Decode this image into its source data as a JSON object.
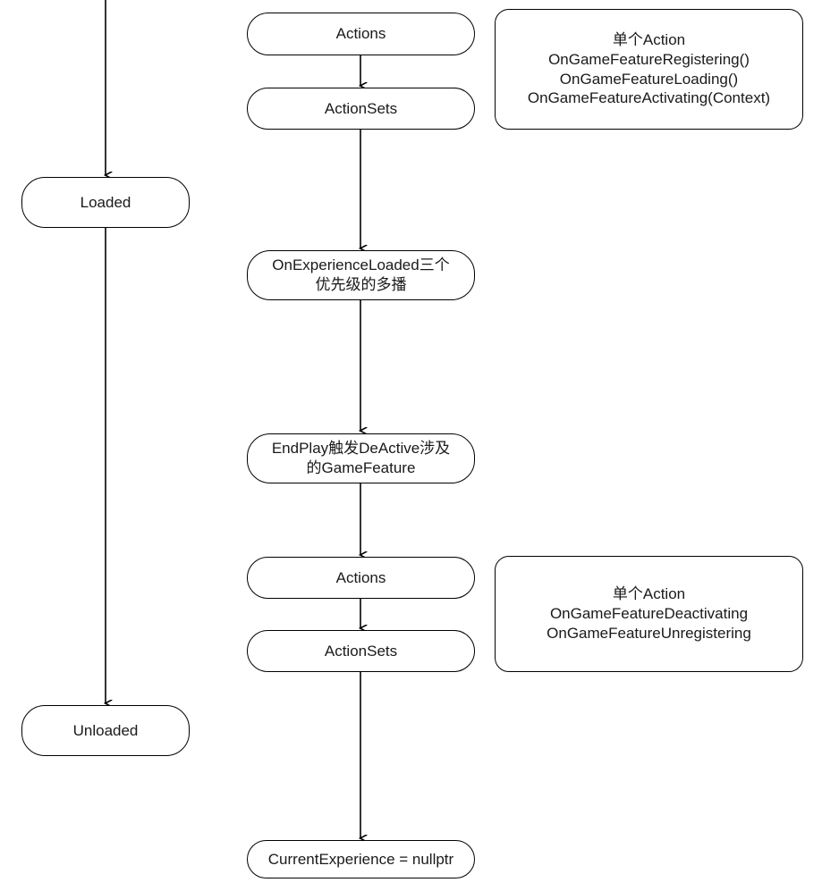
{
  "diagram": {
    "title": "GameFeature / Experience lifecycle flow",
    "background_color": "#ffffff",
    "line_color": "#000000",
    "text_color": "#1a1a1a"
  },
  "left_column": {
    "nodes": [
      {
        "id": "loaded",
        "label": "Loaded"
      },
      {
        "id": "unloaded",
        "label": "Unloaded"
      }
    ]
  },
  "middle_column": {
    "nodes": [
      {
        "id": "actions-top",
        "label": "Actions"
      },
      {
        "id": "actionsets-top",
        "label": "ActionSets"
      },
      {
        "id": "onexperienceloaded",
        "label": "OnExperienceLoaded三个\n优先级的多播"
      },
      {
        "id": "endplay-deactive",
        "label": "EndPlay触发DeActive涉及\n的GameFeature"
      },
      {
        "id": "actions-bottom",
        "label": "Actions"
      },
      {
        "id": "actionsets-bottom",
        "label": "ActionSets"
      },
      {
        "id": "current-experience",
        "label": "CurrentExperience = nullptr"
      }
    ]
  },
  "notes": [
    {
      "id": "note-activating",
      "lines": [
        "单个Action",
        "OnGameFeatureRegistering()",
        "OnGameFeatureLoading()",
        "OnGameFeatureActivating(Context)"
      ]
    },
    {
      "id": "note-deactivating",
      "lines": [
        "单个Action",
        "OnGameFeatureDeactivating",
        "OnGameFeatureUnregistering"
      ]
    }
  ]
}
